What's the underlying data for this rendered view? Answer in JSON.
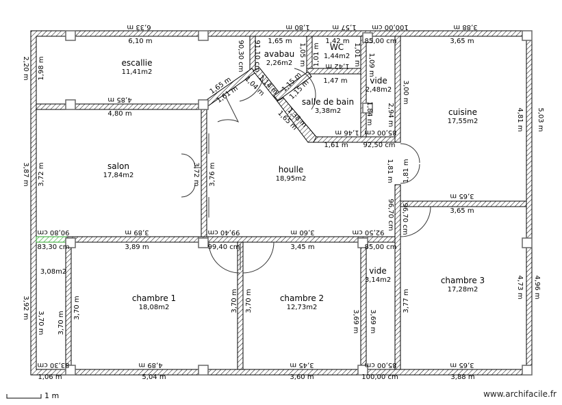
{
  "rooms": [
    {
      "name": "escallie",
      "area": "11,41m2"
    },
    {
      "name": "salon",
      "area": "17,84m2"
    },
    {
      "name": "houlle",
      "area": "18,95m2"
    },
    {
      "name": "avabau",
      "area": "2,26m2"
    },
    {
      "name": "WC",
      "area": "1,44m2"
    },
    {
      "name": "salle de bain",
      "area": "3,38m2"
    },
    {
      "name": "vide",
      "area": "2,48m2"
    },
    {
      "name": "cuisine",
      "area": "17,55m2"
    },
    {
      "name": "chambre 1",
      "area": "18,08m2"
    },
    {
      "name": "chambre 2",
      "area": "12,73m2"
    },
    {
      "name": "vide",
      "area": "3,14m2"
    },
    {
      "name": "chambre 3",
      "area": "17,28m2"
    },
    {
      "name": "",
      "area": "3,08m2"
    }
  ],
  "dims": [
    "6,33 m",
    "1,80 m",
    "1,57 m",
    "100,00 cm",
    "3,88 m",
    "6,10 m",
    "1,65 m",
    "1,42 m",
    "85,00 cm",
    "3,65 m",
    "2,20 m",
    "1,98 m",
    "3,87 m",
    "3,72 m",
    "3,92 m",
    "3,70 m",
    "3,70 m",
    "3,70 m",
    "4,85 m",
    "4,80 m",
    "3,72 m",
    "3,76 m",
    "1,05 m",
    "1,01 m",
    "1,01 m",
    "1,42 m",
    "1,09 m",
    "90,30 cm",
    "91,10 cm",
    "1,47 m",
    "1,46 m",
    "1,61 m",
    "92,50 cm",
    "85,00 cm",
    "1,84 m",
    "3,00 m",
    "2,94 m",
    "1,65 m",
    "1,61 m",
    "1,04 m",
    "1,14 m",
    "1,15 m",
    "1,15 m",
    "1,38 m",
    "1,65 m",
    "4,81 m",
    "5,03 m",
    "1,81 m",
    "1,81 m",
    "3,65 m",
    "3,65 m",
    "96,70 cm",
    "96,70 cm",
    "90,80 cm",
    "3,89 m",
    "99,40 cm",
    "3,60 m",
    "92,50 cm",
    "83,30 cm",
    "3,89 m",
    "99,40 cm",
    "3,45 m",
    "85,00 cm",
    "3,70 m",
    "3,70 m",
    "3,69 m",
    "3,69 m",
    "3,77 m",
    "4,73 m",
    "4,96 m",
    "83,30 cm",
    "4,89 m",
    "3,45 m",
    "85,00 cm",
    "3,65 m",
    "1,06 m",
    "5,04 m",
    "3,60 m",
    "100,00 cm",
    "3,88 m"
  ],
  "scale_label": "1 m",
  "watermark": "www.archifacile.fr",
  "colors": {
    "highlight_wall": "#2aa52a"
  }
}
